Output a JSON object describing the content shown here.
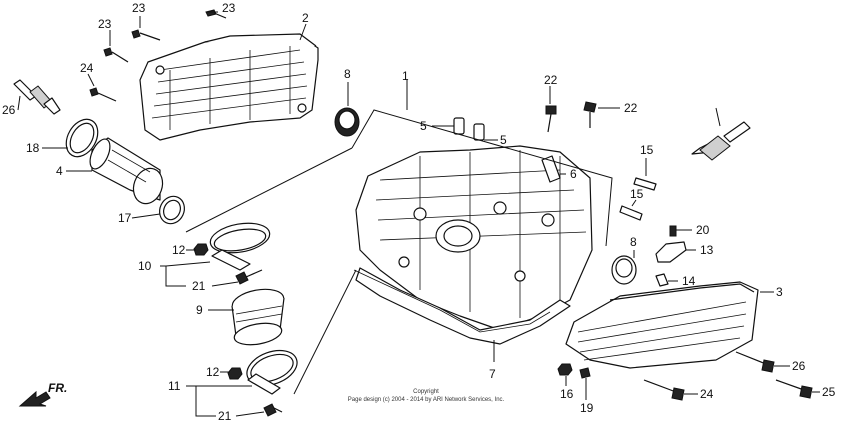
{
  "diagram": {
    "type": "exploded parts diagram",
    "callouts": [
      "1",
      "2",
      "3",
      "4",
      "5",
      "5",
      "6",
      "7",
      "8",
      "8",
      "9",
      "10",
      "11",
      "12",
      "12",
      "13",
      "14",
      "15",
      "15",
      "16",
      "17",
      "18",
      "19",
      "20",
      "21",
      "21",
      "22",
      "22",
      "23",
      "23",
      "23",
      "24",
      "24",
      "25",
      "26",
      "26"
    ],
    "direction_label": "FR.",
    "copyright_line1": "Copyright",
    "copyright_line2": "Page design (c) 2004 - 2014 by ARI Network Services, Inc."
  }
}
